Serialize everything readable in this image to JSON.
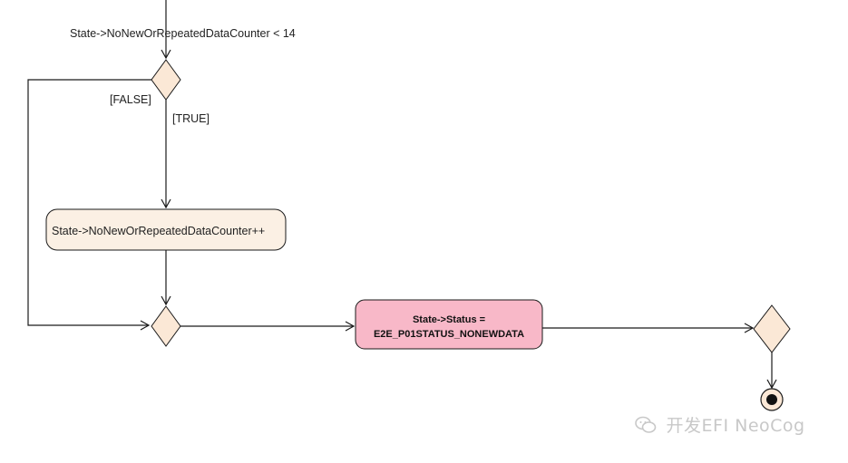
{
  "guard": {
    "condition": "State->NoNewOrRepeatedDataCounter < 14",
    "false_label": "[FALSE]",
    "true_label": "[TRUE]"
  },
  "actions": {
    "increment": "State->NoNewOrRepeatedDataCounter++",
    "status_line1": "State->Status =",
    "status_line2": "E2E_P01STATUS_NONEWDATA"
  },
  "watermark": {
    "text": "开发EFI NeoCog"
  },
  "colors": {
    "action_fill": "#fbf0e4",
    "status_fill": "#f8b8c8",
    "decision_fill": "#fbe8d6",
    "line": "#1a1a1a",
    "watermark": "#c8c8c8"
  },
  "icons": {
    "final_node": "activity-final-node-icon",
    "watermark_logo": "wechat-icon"
  }
}
